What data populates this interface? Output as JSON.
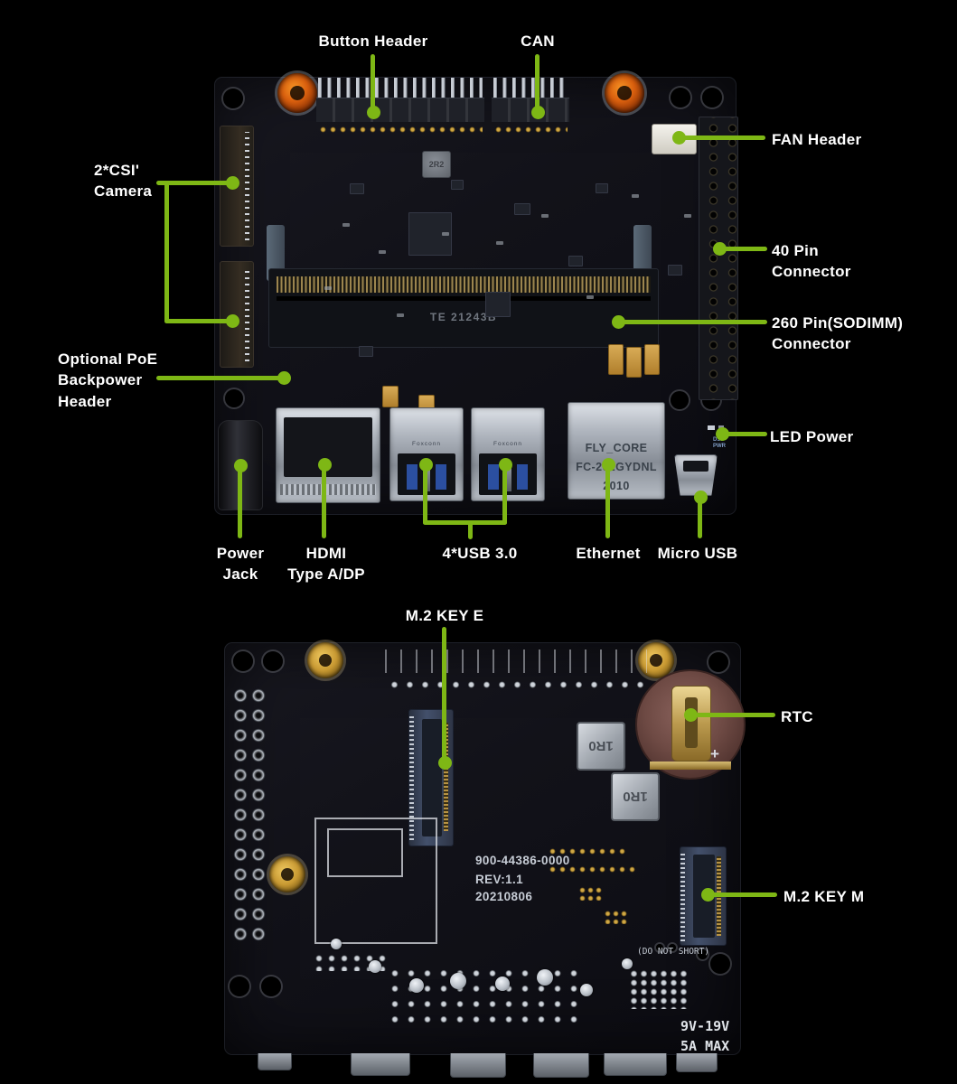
{
  "colors": {
    "accent": "#7eb715",
    "background": "#000000"
  },
  "front_board": {
    "annotations": {
      "button_header": "Button Header",
      "can": "CAN",
      "fan_header": "FAN Header",
      "csi_camera": "2*CSI'\nCamera",
      "pin40": "40 Pin\nConnector",
      "sodimm": "260 Pin(SODIMM)\nConnector",
      "poe": "Optional PoE\nBackpower\nHeader",
      "led_power": "LED Power",
      "power_jack": "Power\nJack",
      "hdmi": "HDMI\nType A/DP",
      "usb3": "4*USB 3.0",
      "ethernet": "Ethernet",
      "micro_usb": "Micro USB"
    },
    "silkscreen": {
      "sodimm_marking": "TE 21243B",
      "inductor": "2R2",
      "ethernet_line1": "FLY_CORE",
      "ethernet_line2": "FC-202GYDNL",
      "ethernet_line3": "2010",
      "usb_brand": "Foxconn",
      "led_label": "DS1\nPWR"
    }
  },
  "back_board": {
    "annotations": {
      "m2_key_e": "M.2 KEY E",
      "rtc": "RTC",
      "m2_key_m": "M.2 KEY M"
    },
    "silkscreen": {
      "part_number": "900-44386-0000",
      "revision": "REV:1.1",
      "date": "20210806",
      "warning": "(DO NOT SHORT)",
      "power_line1": "9V-19V",
      "power_line2": "5A MAX",
      "inductor": "1R0",
      "battery_polarity": "+"
    }
  }
}
